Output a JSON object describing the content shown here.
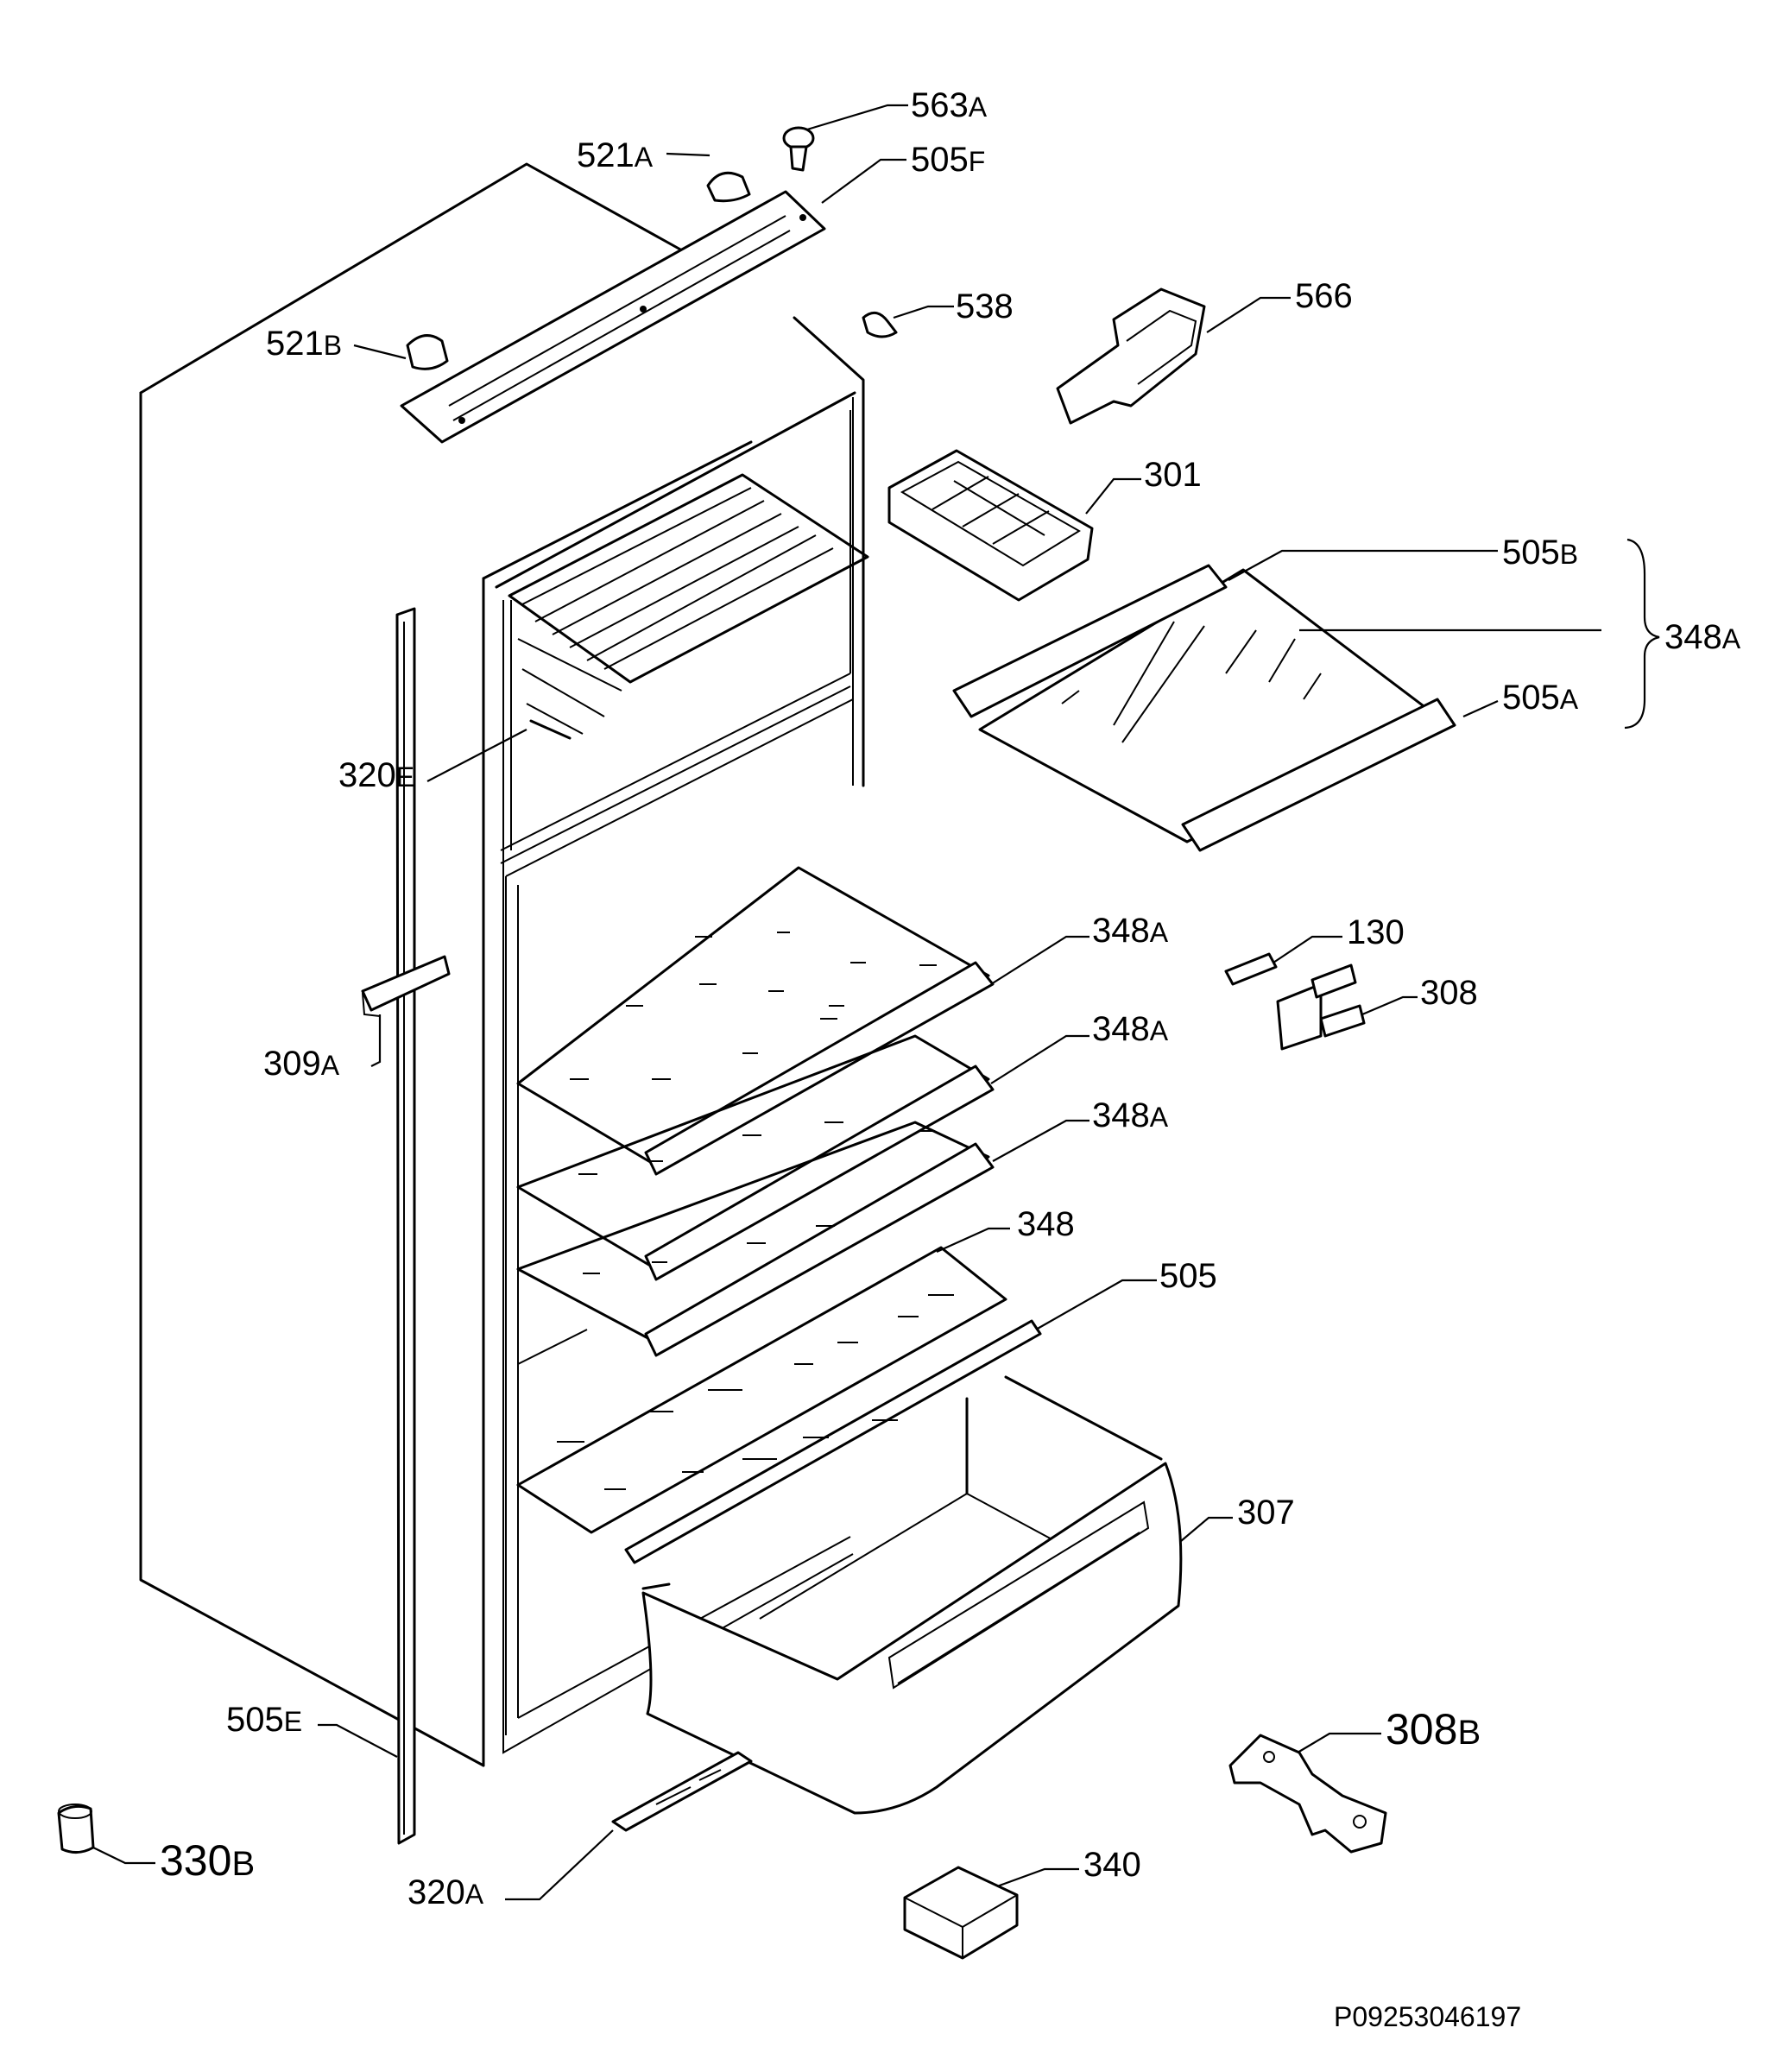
{
  "parts": [
    {
      "id": "p563a",
      "num": "563",
      "suf": "A"
    },
    {
      "id": "p505f",
      "num": "505",
      "suf": "F"
    },
    {
      "id": "p521a",
      "num": "521",
      "suf": "A"
    },
    {
      "id": "p538",
      "num": "538",
      "suf": ""
    },
    {
      "id": "p521b",
      "num": "521",
      "suf": "B"
    },
    {
      "id": "p566",
      "num": "566",
      "suf": ""
    },
    {
      "id": "p301",
      "num": "301",
      "suf": ""
    },
    {
      "id": "p505b",
      "num": "505",
      "suf": "B"
    },
    {
      "id": "p348a_top",
      "num": "348",
      "suf": "A"
    },
    {
      "id": "p505a",
      "num": "505",
      "suf": "A"
    },
    {
      "id": "p320e",
      "num": "320",
      "suf": "E"
    },
    {
      "id": "p130",
      "num": "130",
      "suf": ""
    },
    {
      "id": "p348a_1",
      "num": "348",
      "suf": "A"
    },
    {
      "id": "p308",
      "num": "308",
      "suf": ""
    },
    {
      "id": "p309a",
      "num": "309",
      "suf": "A"
    },
    {
      "id": "p348a_2",
      "num": "348",
      "suf": "A"
    },
    {
      "id": "p348a_3",
      "num": "348",
      "suf": "A"
    },
    {
      "id": "p348",
      "num": "348",
      "suf": ""
    },
    {
      "id": "p505",
      "num": "505",
      "suf": ""
    },
    {
      "id": "p307",
      "num": "307",
      "suf": ""
    },
    {
      "id": "p505e",
      "num": "505",
      "suf": "E"
    },
    {
      "id": "p308b",
      "num": "308",
      "suf": "B"
    },
    {
      "id": "p330b",
      "num": "330",
      "suf": "B"
    },
    {
      "id": "p340",
      "num": "340",
      "suf": ""
    },
    {
      "id": "p320a",
      "num": "320",
      "suf": "A"
    }
  ],
  "drawing_code": "P09253046197"
}
